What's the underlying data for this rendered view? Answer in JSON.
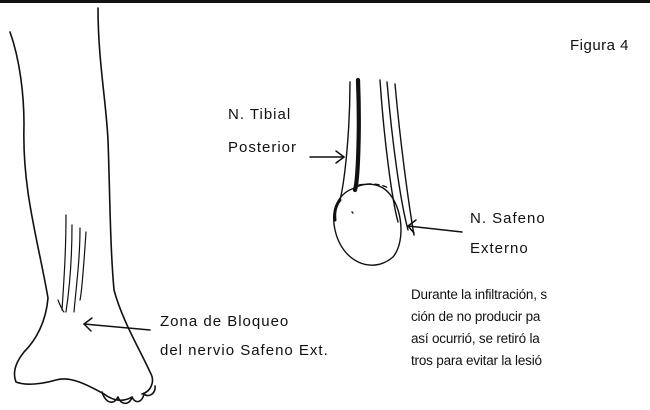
{
  "figure_label": "Figura 4",
  "labels": {
    "tibial_line1": "N. Tibial",
    "tibial_line2": "Posterior",
    "safeno_line1": "N. Safeno",
    "safeno_line2": "Externo",
    "zona_line1": "Zona de Bloqueo",
    "zona_line2": "del nervio Safeno Ext."
  },
  "paragraph_lines": [
    "Durante la infiltración, s",
    "ción de no producir pa",
    "así ocurrió, se retiró la",
    "tros para evitar la lesió"
  ]
}
